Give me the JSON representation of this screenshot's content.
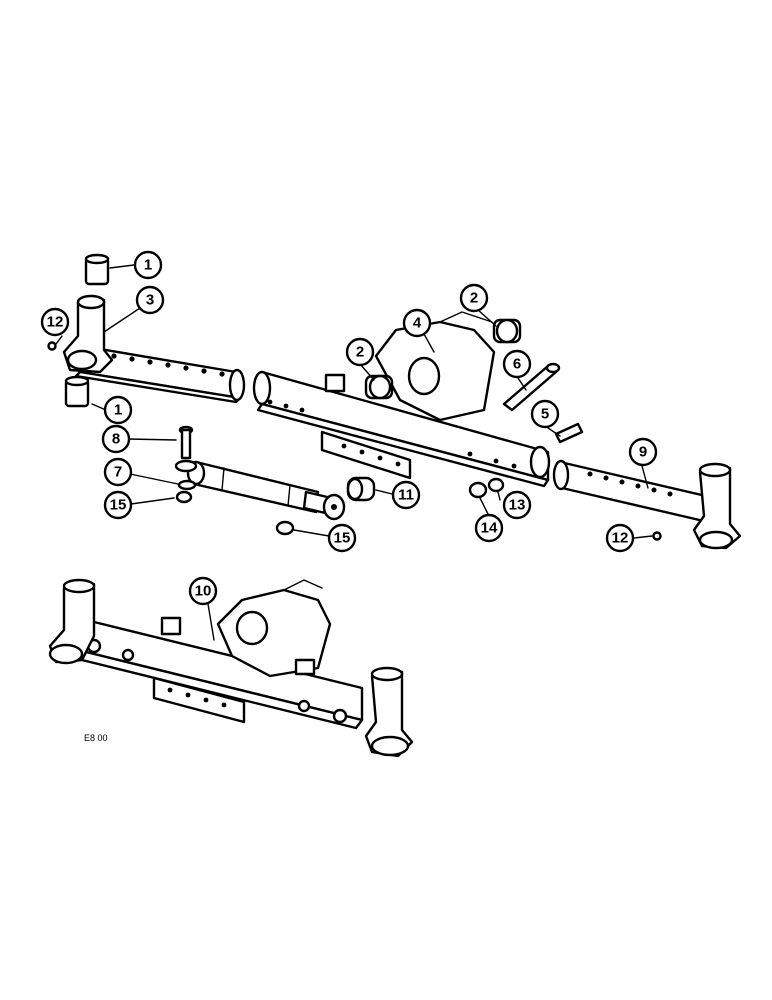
{
  "callouts": [
    {
      "id": "c1a",
      "label": "1"
    },
    {
      "id": "c1b",
      "label": "1"
    },
    {
      "id": "c2a",
      "label": "2"
    },
    {
      "id": "c2b",
      "label": "2"
    },
    {
      "id": "c3",
      "label": "3"
    },
    {
      "id": "c4",
      "label": "4"
    },
    {
      "id": "c5",
      "label": "5"
    },
    {
      "id": "c6",
      "label": "6"
    },
    {
      "id": "c7",
      "label": "7"
    },
    {
      "id": "c8",
      "label": "8"
    },
    {
      "id": "c9",
      "label": "9"
    },
    {
      "id": "c10",
      "label": "10"
    },
    {
      "id": "c11",
      "label": "11"
    },
    {
      "id": "c12a",
      "label": "12"
    },
    {
      "id": "c12b",
      "label": "12"
    },
    {
      "id": "c13",
      "label": "13"
    },
    {
      "id": "c14",
      "label": "14"
    },
    {
      "id": "c15a",
      "label": "15"
    },
    {
      "id": "c15b",
      "label": "15"
    }
  ],
  "figure_code": "E8 00"
}
